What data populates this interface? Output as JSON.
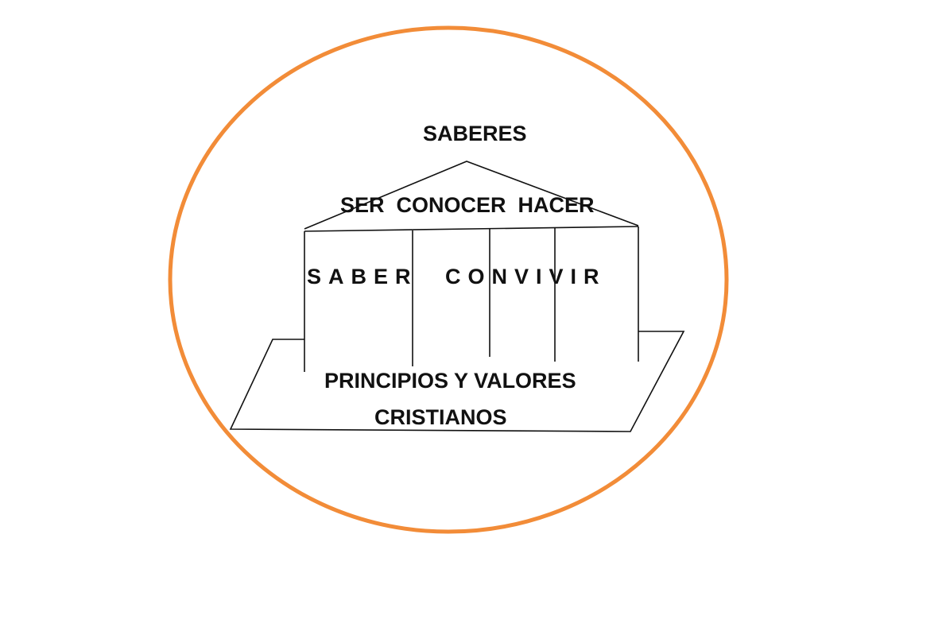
{
  "title": "SABERES",
  "roof_label": "SER  CONOCER  HACER",
  "pillars_label_left": "SABER",
  "pillars_label_right": "CONVIVIR",
  "base_line1": "PRINCIPIOS Y VALORES",
  "base_line2": "CRISTIANOS",
  "colors": {
    "circle": "#F28C38",
    "lines": "#111111"
  }
}
